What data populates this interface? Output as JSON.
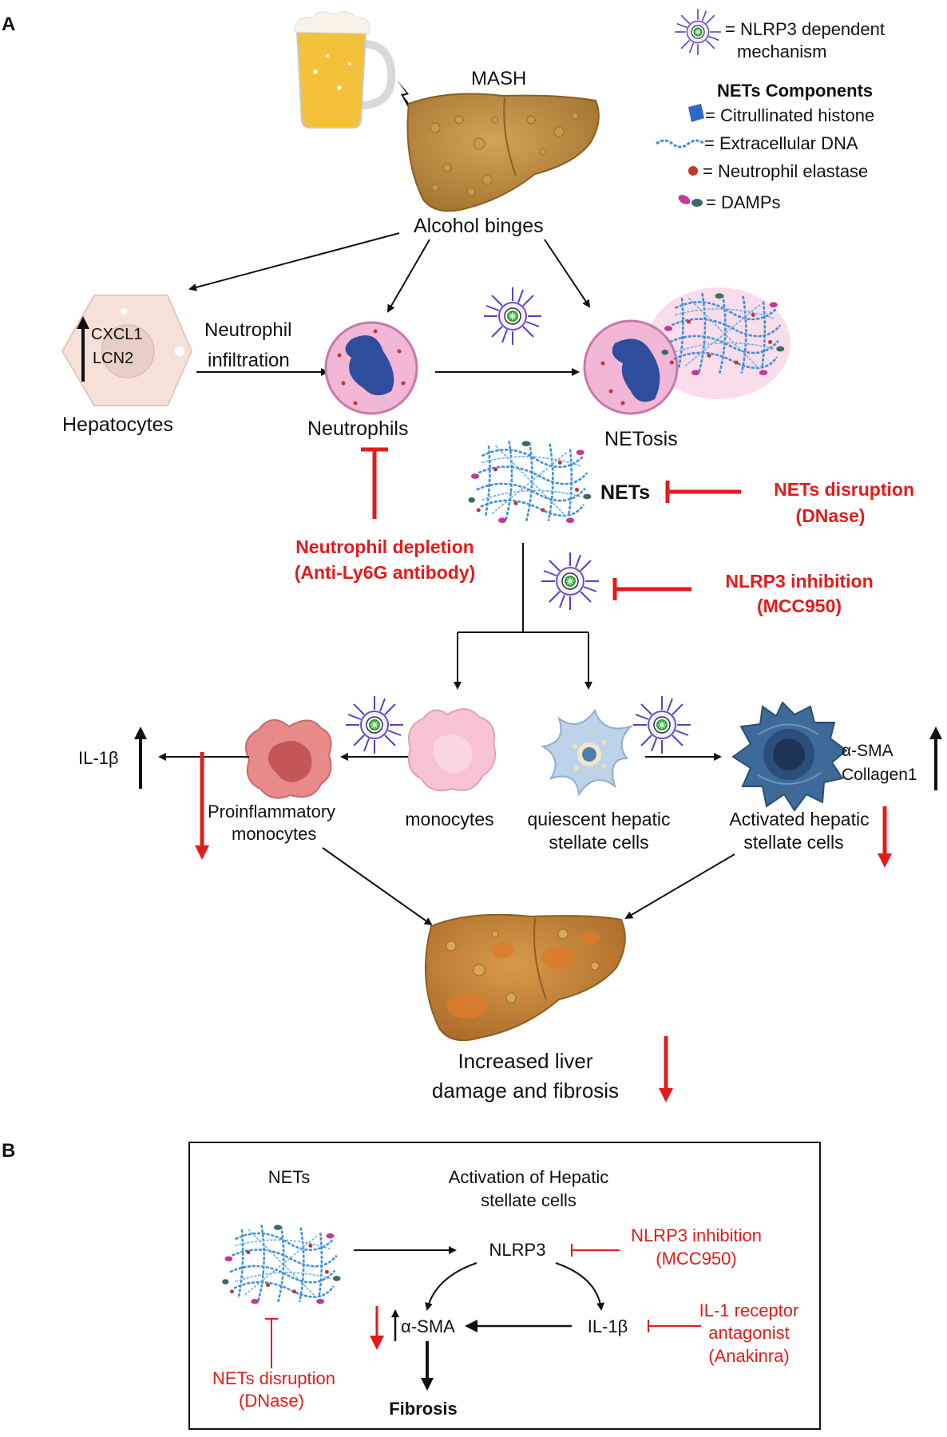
{
  "panel_a": {
    "label": "A",
    "mash": "MASH",
    "alcohol_binges": "Alcohol binges",
    "hepatocytes": "Hepatocytes",
    "cxcl1": "CXCL1",
    "lcn2": "LCN2",
    "infiltration_line1": "Neutrophil",
    "infiltration_line2": "infiltration",
    "neutrophils": "Neutrophils",
    "netosis": "NETosis",
    "nets": "NETs",
    "nets_disruption_line1": "NETs disruption",
    "nets_disruption_line2": "(DNase)",
    "neutrophil_depletion_line1": "Neutrophil depletion",
    "neutrophil_depletion_line2": "(Anti-Ly6G antibody)",
    "nlrp3_inhibition_line1": "NLRP3 inhibition",
    "nlrp3_inhibition_line2": "(MCC950)",
    "il1b": "IL-1β",
    "proinflammatory_line1": "Proinflammatory",
    "proinflammatory_line2": "monocytes",
    "monocytes": "monocytes",
    "quiescent_line1": "quiescent hepatic",
    "quiescent_line2": "stellate cells",
    "activated_line1": "Activated hepatic",
    "activated_line2": "stellate cells",
    "asma": "α-SMA",
    "collagen": "Collagen1",
    "outcome_line1": "Increased liver",
    "outcome_line2": "damage and fibrosis"
  },
  "legend": {
    "nlrp3_line1": "= NLRP3  dependent",
    "nlrp3_line2": "mechanism",
    "title": "NETs Components",
    "histone": "= Citrullinated histone",
    "dna": "= Extracellular DNA",
    "elastase": "= Neutrophil elastase",
    "damps": "= DAMPs"
  },
  "panel_b": {
    "label": "B",
    "nets": "NETs",
    "title_line1": "Activation of Hepatic",
    "title_line2": "stellate cells",
    "nlrp3": "NLRP3",
    "il1b": "IL-1β",
    "asma": "α-SMA",
    "fibrosis": "Fibrosis",
    "nlrp3_inhibition_line1": "NLRP3 inhibition",
    "nlrp3_inhibition_line2": "(MCC950)",
    "il1_antagonist_line1": "IL-1 receptor",
    "il1_antagonist_line2": "antagonist",
    "il1_antagonist_line3": "(Anakinra)",
    "nets_disruption_line1": "NETs disruption",
    "nets_disruption_line2": "(DNase)"
  },
  "colors": {
    "inhibition_red": "#e41b1b",
    "liver_brown": "#b9893f",
    "dna_blue": "#3d8fd9",
    "neutrophil_pink": "#f2b6d6",
    "stellate_dark": "#2f5c8a"
  }
}
